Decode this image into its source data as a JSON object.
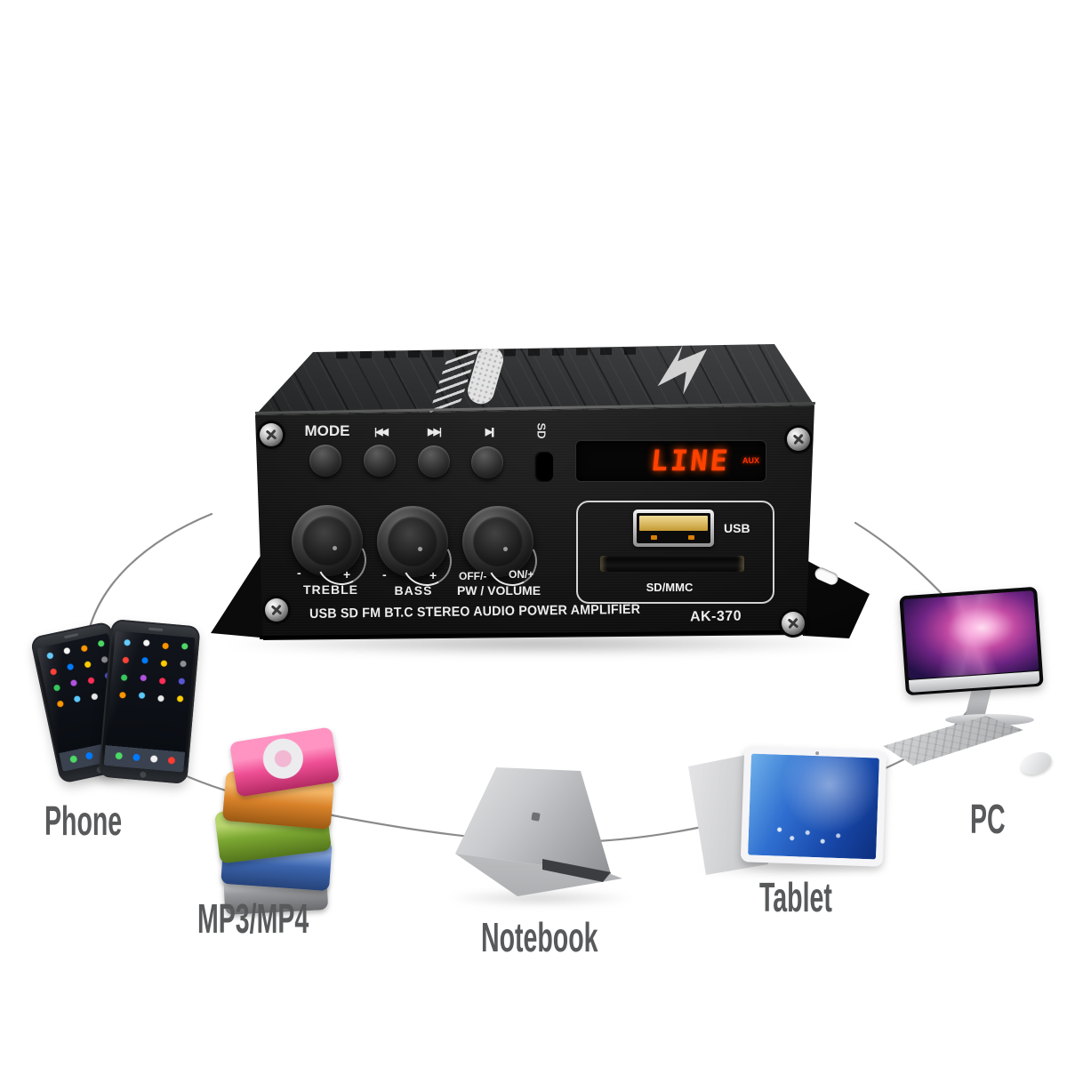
{
  "amplifier": {
    "model": "AK-370",
    "tagline": "USB SD FM BT.C STEREO AUDIO POWER AMPLIFIER",
    "buttons": {
      "mode": "MODE"
    },
    "icons": {
      "previous": "|◀◀",
      "next": "▶▶|",
      "play_pause": "▶||",
      "side_label": "SD"
    },
    "display": {
      "value": "LINE",
      "indicator": "AUX"
    },
    "ports": {
      "usb_label": "USB",
      "sd_label": "SD/MMC"
    },
    "knobs": {
      "treble": {
        "label": "TREBLE",
        "min": "-",
        "max": "+"
      },
      "bass": {
        "label": "BASS",
        "min": "-",
        "max": "+"
      },
      "volume": {
        "label": "PW / VOLUME",
        "min": "OFF/-",
        "max": "ON/+"
      }
    }
  },
  "devices": [
    {
      "id": "phone",
      "label": "Phone"
    },
    {
      "id": "mp3",
      "label": "MP3/MP4"
    },
    {
      "id": "notebook",
      "label": "Notebook"
    },
    {
      "id": "tablet",
      "label": "Tablet"
    },
    {
      "id": "pc",
      "label": "PC"
    }
  ],
  "colors": {
    "display_text": "#ff4200",
    "label_text": "#58595b",
    "ring_line": "#8a8a8a",
    "panel_black": "#121212",
    "mp3_stack": [
      "#ef4f94",
      "#d9822a",
      "#7ca832",
      "#3c66ae",
      "#97989b"
    ]
  }
}
